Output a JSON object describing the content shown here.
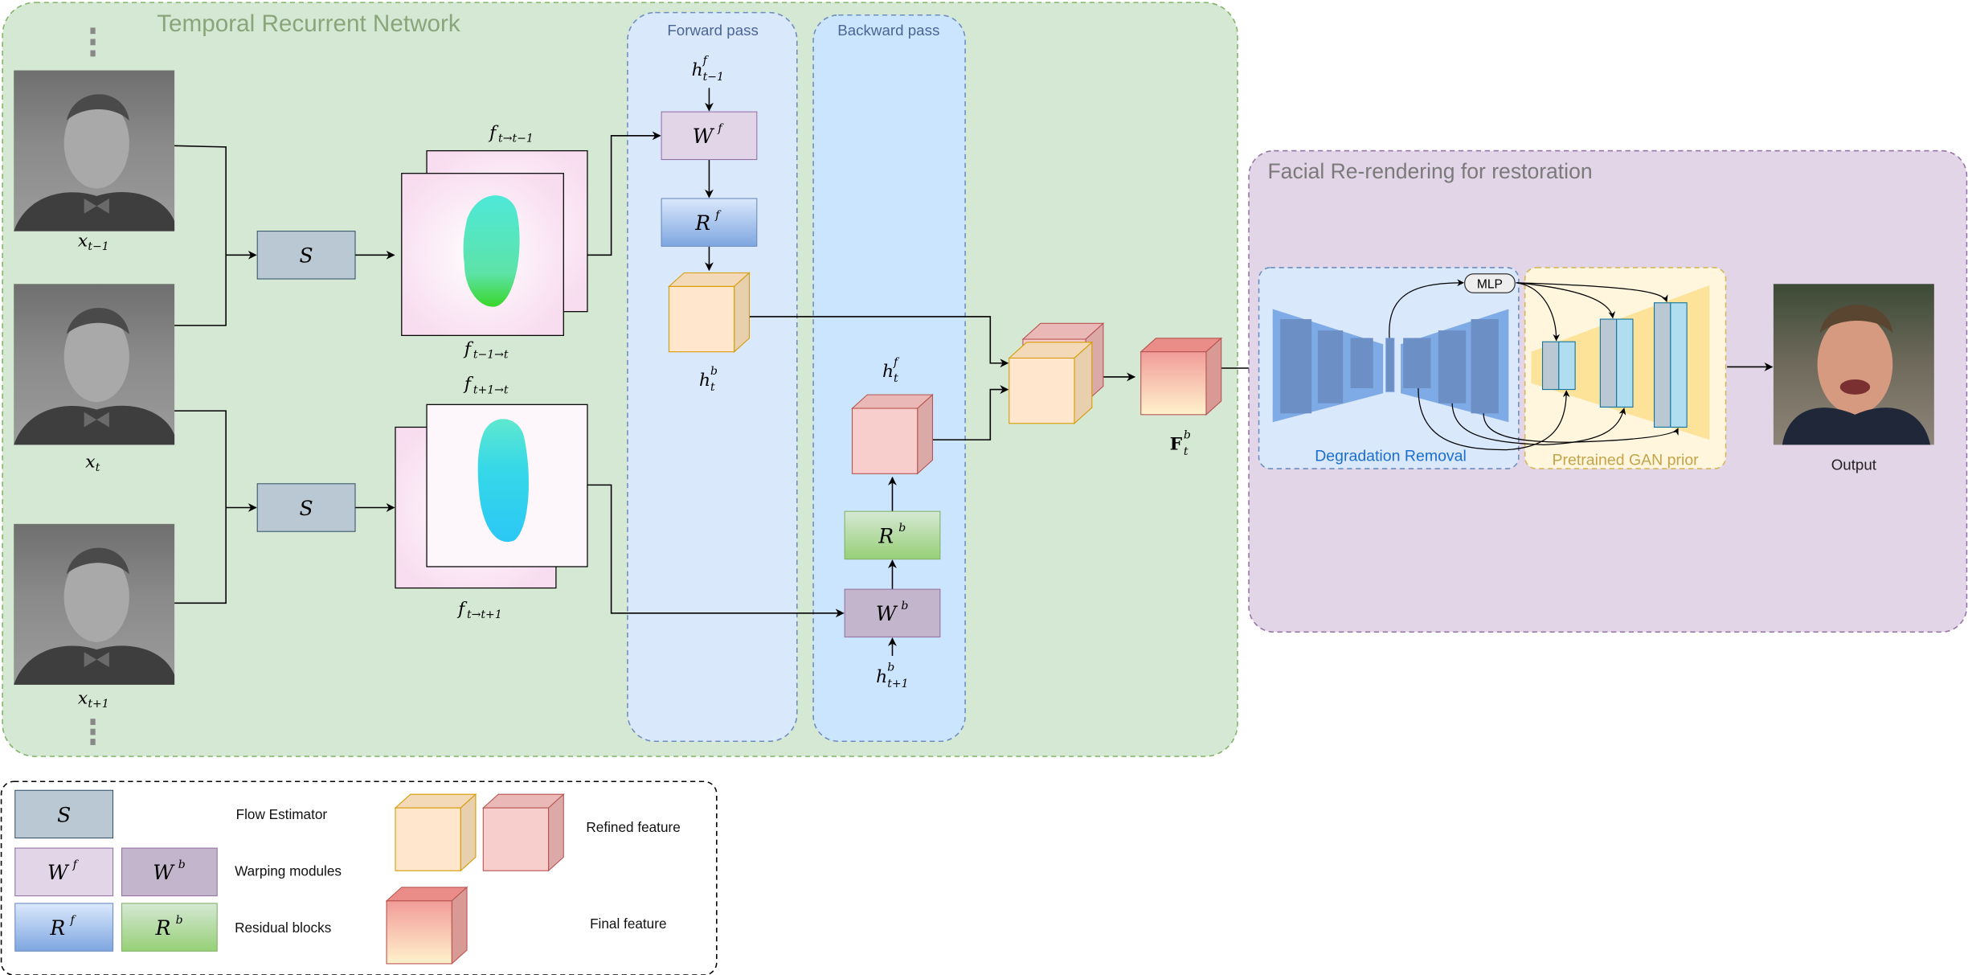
{
  "panels": {
    "temporal_title": "Temporal Recurrent Network",
    "forward_title": "Forward pass",
    "backward_title": "Backward pass",
    "facial_title": "Facial Re-rendering for restoration",
    "degradation_title": "Degradation Removal",
    "gan_title": "Pretrained GAN prior",
    "mlp": "MLP",
    "output": "Output"
  },
  "labels": {
    "x_prev": {
      "base": "x",
      "sub": "t−1"
    },
    "x_cur": {
      "base": "x",
      "sub": "t"
    },
    "x_next": {
      "base": "x",
      "sub": "t+1"
    },
    "f_t_tm1": {
      "base": "f",
      "sub": "t→t−1"
    },
    "f_tm1_t": {
      "base": "f",
      "sub": "t−1→t"
    },
    "f_tp1_t": {
      "base": "f",
      "sub": "t+1→t"
    },
    "f_t_tp1": {
      "base": "f",
      "sub": "t→t+1"
    },
    "h_f_tm1": {
      "base": "h",
      "sup": "f",
      "sub": "t−1"
    },
    "h_b_t": {
      "base": "h",
      "sup": "b",
      "sub": "t"
    },
    "h_f_t": {
      "base": "h",
      "sup": "f",
      "sub": "t"
    },
    "h_b_tp1": {
      "base": "h",
      "sup": "b",
      "sub": "t+1"
    },
    "F_b_t": {
      "base": "F",
      "sup": "b",
      "sub": "t"
    }
  },
  "modules": {
    "S": "S",
    "Wf": {
      "base": "W",
      "sup": "f"
    },
    "Wb": {
      "base": "W",
      "sup": "b"
    },
    "Rf": {
      "base": "R",
      "sup": "f"
    },
    "Rb": {
      "base": "R",
      "sup": "b"
    }
  },
  "legend": {
    "flow_estimator": "Flow Estimator",
    "warping_modules": "Warping modules",
    "residual_blocks": "Residual blocks",
    "refined_feature": "Refined feature",
    "final_feature": "Final feature"
  },
  "colors": {
    "temporal_bg": "#d5e8d4",
    "temporal_border": "#82b366",
    "forward_bg": "#dae8fc",
    "backward_bg": "#cce5ff",
    "facial_bg": "#e1d5e7",
    "facial_border": "#9673a6",
    "flow_estimator": "#bac8d3",
    "warp_forward": "#e1d5e7",
    "warp_backward": "#c3b5cc",
    "residual_forward": "#7ea6e0",
    "residual_backward": "#97d077",
    "refined_orange": "#ffe6cc",
    "refined_pink": "#f8cecc",
    "final_red": "#ea6b66"
  }
}
